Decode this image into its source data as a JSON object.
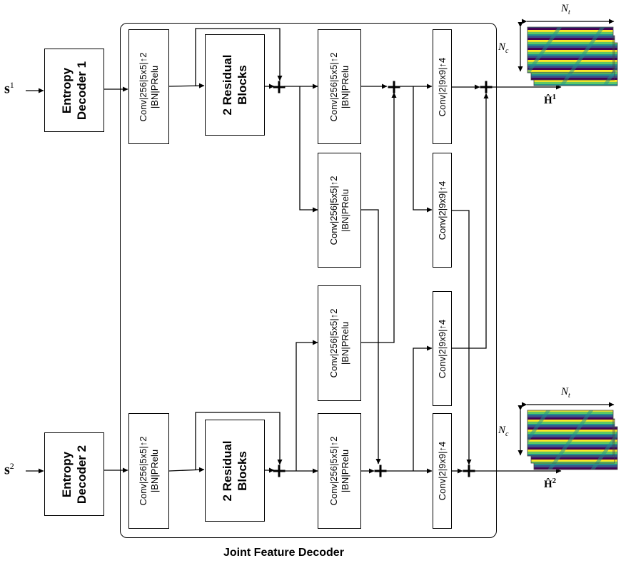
{
  "inputs": {
    "s1_base": "s",
    "s1_sup": "1",
    "s2_base": "s",
    "s2_sup": "2"
  },
  "entropy_decoders": [
    {
      "line1": "Entropy",
      "line2": "Decoder 1"
    },
    {
      "line1": "Entropy",
      "line2": "Decoder 2"
    }
  ],
  "conv5_block": {
    "line1": "Conv|256|5x5|↑2",
    "line2": "|BN|PRelu"
  },
  "conv9_block": {
    "line1": "Conv|2|9x9|↑4"
  },
  "residual_block": {
    "line1": "2 Residual",
    "line2": "Blocks"
  },
  "outputs": {
    "h1_base": "Ĥ",
    "h1_sup": "1",
    "h2_base": "Ĥ",
    "h2_sup": "2"
  },
  "dims": {
    "nt_base": "N",
    "nt_sub": "t",
    "nc_base": "N",
    "nc_sub": "c"
  },
  "caption": "Joint Feature Decoder",
  "colors": {
    "viridis_dark": "#440154",
    "viridis_mid": "#21918c",
    "viridis_light": "#fde725",
    "stroke": "#000000"
  }
}
